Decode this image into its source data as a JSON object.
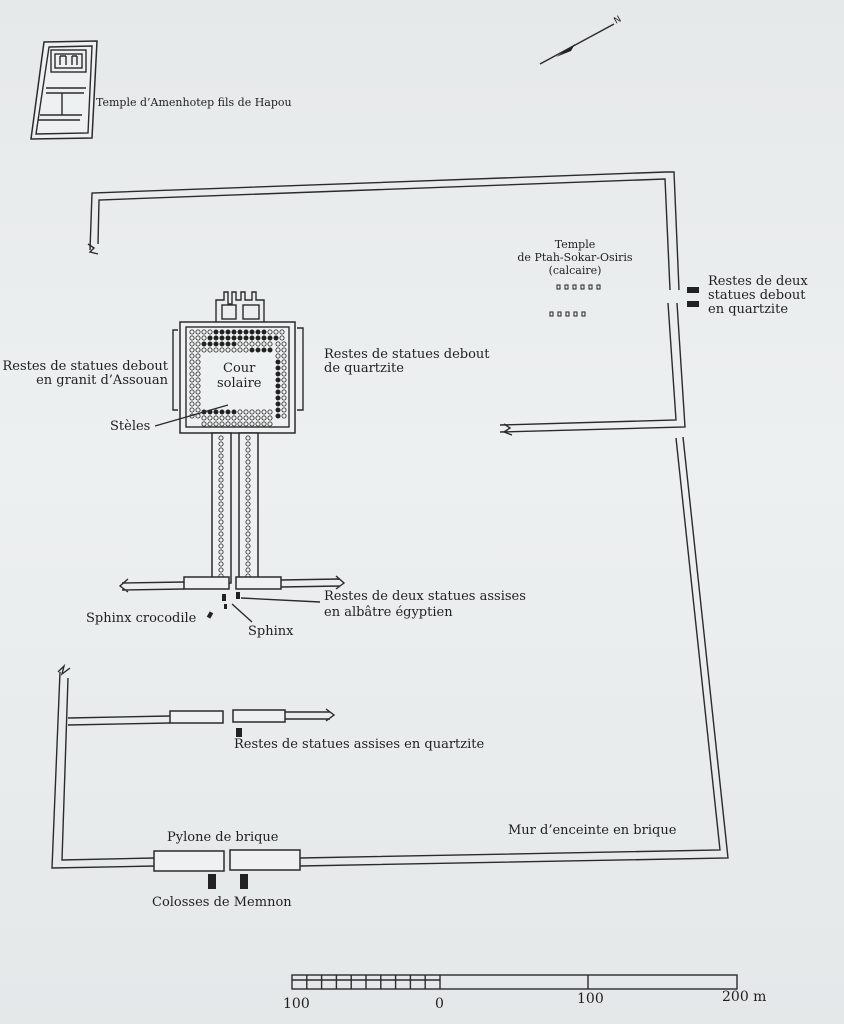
{
  "labels": {
    "temple_amenhotep": "Temple d’Amenhotep fils de Hapou",
    "compass_north": "N",
    "temple_ptah_line1": "Temple",
    "temple_ptah_line2": "de Ptah-Sokar-Osiris",
    "temple_ptah_line3": "(calcaire)",
    "statues_debout_quartzite_right_line1": "Restes de deux",
    "statues_debout_quartzite_right_line2": "statues debout",
    "statues_debout_quartzite_right_line3": "en quartzite",
    "statues_granit_line1": "Restes de statues debout",
    "statues_granit_line2": "en granit d’Assouan",
    "statues_quartzite_line1": "Restes de statues debout",
    "statues_quartzite_line2": "de quartzite",
    "cour_solaire_line1": "Cour",
    "cour_solaire_line2": "solaire",
    "steles": "Stèles",
    "statues_albatre_line1": "Restes de deux statues assises",
    "statues_albatre_line2": "en albâtre égyptien",
    "sphinx_crocodile": "Sphinx crocodile",
    "sphinx": "Sphinx",
    "statues_assises_quartzite": "Restes de statues assises en quartzite",
    "pylone": "Pylone de brique",
    "mur_enceinte": "Mur d’enceinte en brique",
    "colosses": "Colosses de Memnon"
  },
  "scale": {
    "tick_labels": [
      "100",
      "0",
      "100",
      "200 m"
    ]
  }
}
